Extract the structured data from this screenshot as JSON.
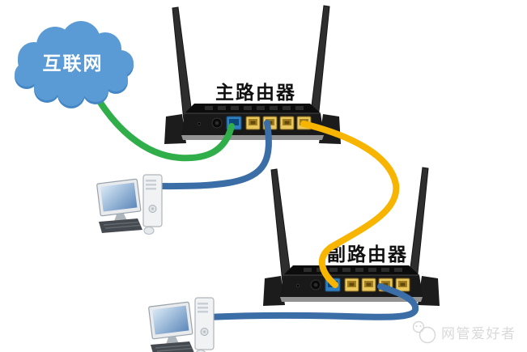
{
  "cloud": {
    "label": "互联网"
  },
  "main_router": {
    "label": "主路由器"
  },
  "secondary_router": {
    "label": "副路由器"
  },
  "watermark": {
    "text": "网管爱好者"
  },
  "connections": [
    {
      "id": "internet-to-main-router-wan",
      "from": "互联网",
      "to": "主路由器 WAN",
      "cable_color": "#2fae4a"
    },
    {
      "id": "main-router-lan-to-pc1",
      "from": "主路由器 LAN",
      "to": "PC-1",
      "cable_color": "#3b6ea6"
    },
    {
      "id": "main-router-lan-to-secondary-router-wan",
      "from": "主路由器 LAN",
      "to": "副路由器 WAN",
      "cable_color": "#f7b500"
    },
    {
      "id": "secondary-router-lan-to-pc2",
      "from": "副路由器 LAN",
      "to": "PC-2",
      "cable_color": "#3b6ea6"
    }
  ],
  "colors": {
    "cloud_fill": "#5b9bd5",
    "cable_green": "#2fae4a",
    "cable_blue": "#3b6ea6",
    "cable_yellow": "#f7b500",
    "router_body": "#1a1a1a",
    "lan_port": "#e9c75d",
    "wan_port": "#2f80c3",
    "label_text": "#111111",
    "watermark_text": "#d9d9d9"
  }
}
